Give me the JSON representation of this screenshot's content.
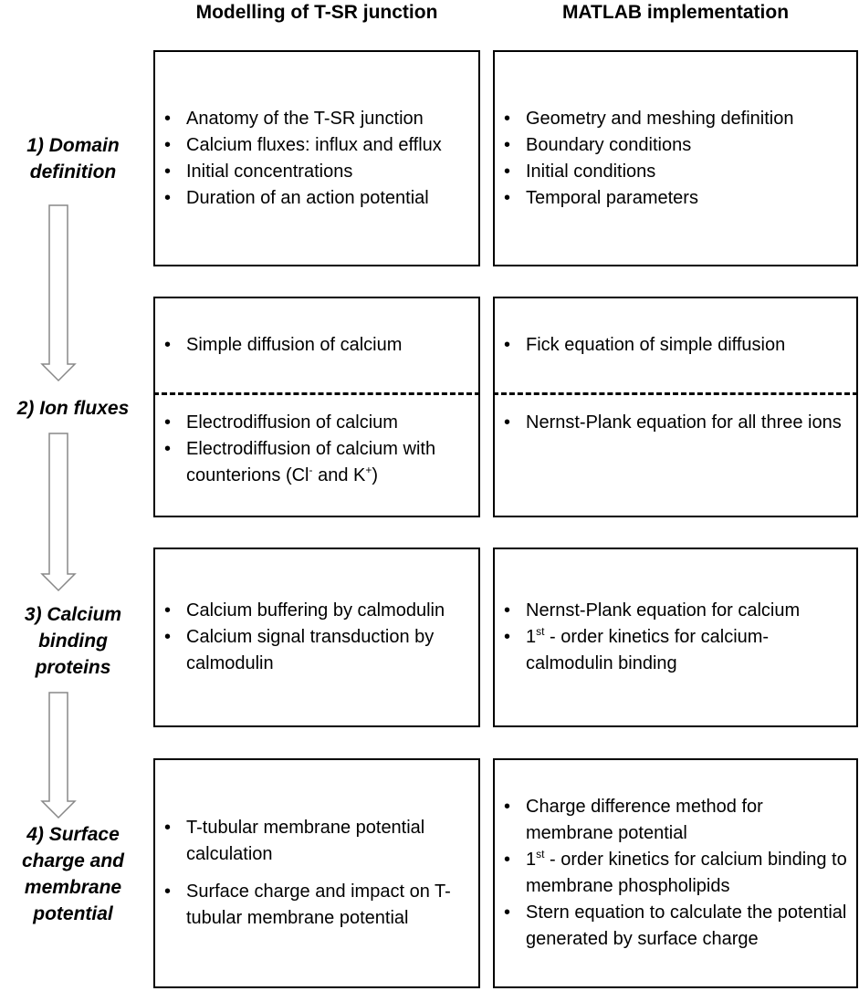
{
  "headers": {
    "left": "Modelling of T-SR junction",
    "right": "MATLAB implementation"
  },
  "stages": [
    {
      "lines": [
        "1) Domain",
        "definition"
      ]
    },
    {
      "lines": [
        "2) Ion fluxes"
      ]
    },
    {
      "lines": [
        "3) Calcium",
        "binding",
        "proteins"
      ]
    },
    {
      "lines": [
        "4) Surface",
        "charge and",
        "membrane",
        "potential"
      ]
    }
  ],
  "rows": [
    {
      "modelling": [
        "Anatomy of the T-SR junction",
        "Calcium fluxes: influx and efflux",
        "Initial concentrations",
        "Duration of an action potential"
      ],
      "matlab": [
        "Geometry and meshing definition",
        "Boundary conditions",
        "Initial conditions",
        "Temporal parameters"
      ]
    },
    {
      "modelling_top": [
        "Simple diffusion of calcium"
      ],
      "modelling_bottom": [
        "Electrodiffusion of calcium",
        {
          "before": "Electrodiffusion of calcium with counterions (Cl",
          "sup1": "-",
          "middle": " and K",
          "sup2": "+",
          "after": ")"
        }
      ],
      "matlab_top": [
        "Fick equation of simple diffusion"
      ],
      "matlab_bottom": [
        "Nernst-Plank equation for all three ions"
      ]
    },
    {
      "modelling": [
        "Calcium buffering by calmodulin",
        "Calcium signal transduction by calmodulin"
      ],
      "matlab": [
        "Nernst-Plank equation for calcium",
        {
          "prefix": "1",
          "sup": "st",
          "rest": " - order kinetics for calcium-calmodulin binding"
        }
      ]
    },
    {
      "modelling": [
        "T-tubular membrane potential calculation",
        "Surface charge and impact on T-tubular membrane potential"
      ],
      "matlab": [
        "Charge difference method for membrane potential",
        {
          "prefix": "1",
          "sup": "st",
          "rest": " - order kinetics for calcium binding to membrane phospholipids"
        },
        "Stern equation to calculate the potential generated by surface charge"
      ]
    }
  ]
}
